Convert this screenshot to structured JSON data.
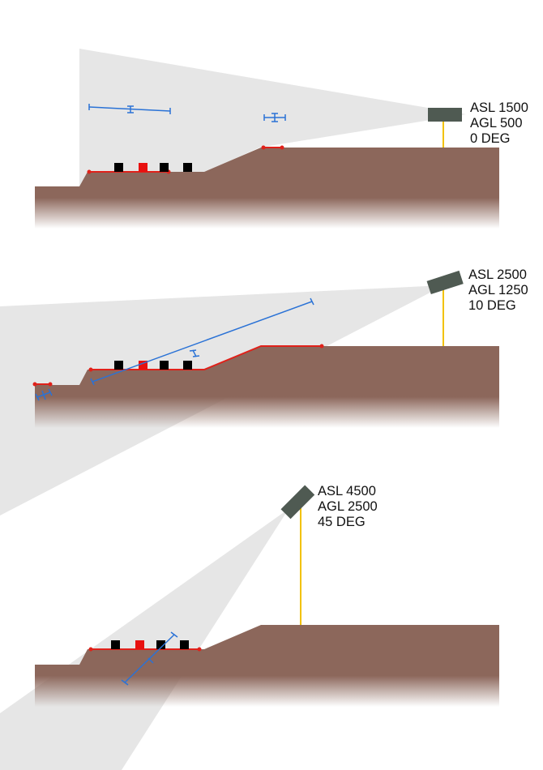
{
  "panels": [
    {
      "sensor_asl": "ASL 1500",
      "sensor_agl": "AGL 500",
      "sensor_angle": "0 DEG"
    },
    {
      "sensor_asl": "ASL 2500",
      "sensor_agl": "AGL 1250",
      "sensor_angle": "10 DEG"
    },
    {
      "sensor_asl": "ASL 4500",
      "sensor_agl": "AGL 2500",
      "sensor_angle": "45 DEG"
    }
  ],
  "colors": {
    "terrain": "#8c675b",
    "fov": "#e6e6e6",
    "sensor": "#4f5a52",
    "mast": "#f2c200",
    "ground_marker": "#e0211a",
    "error_bar": "#2a72d6",
    "target_black": "#000000",
    "target_red": "#e8100f"
  }
}
